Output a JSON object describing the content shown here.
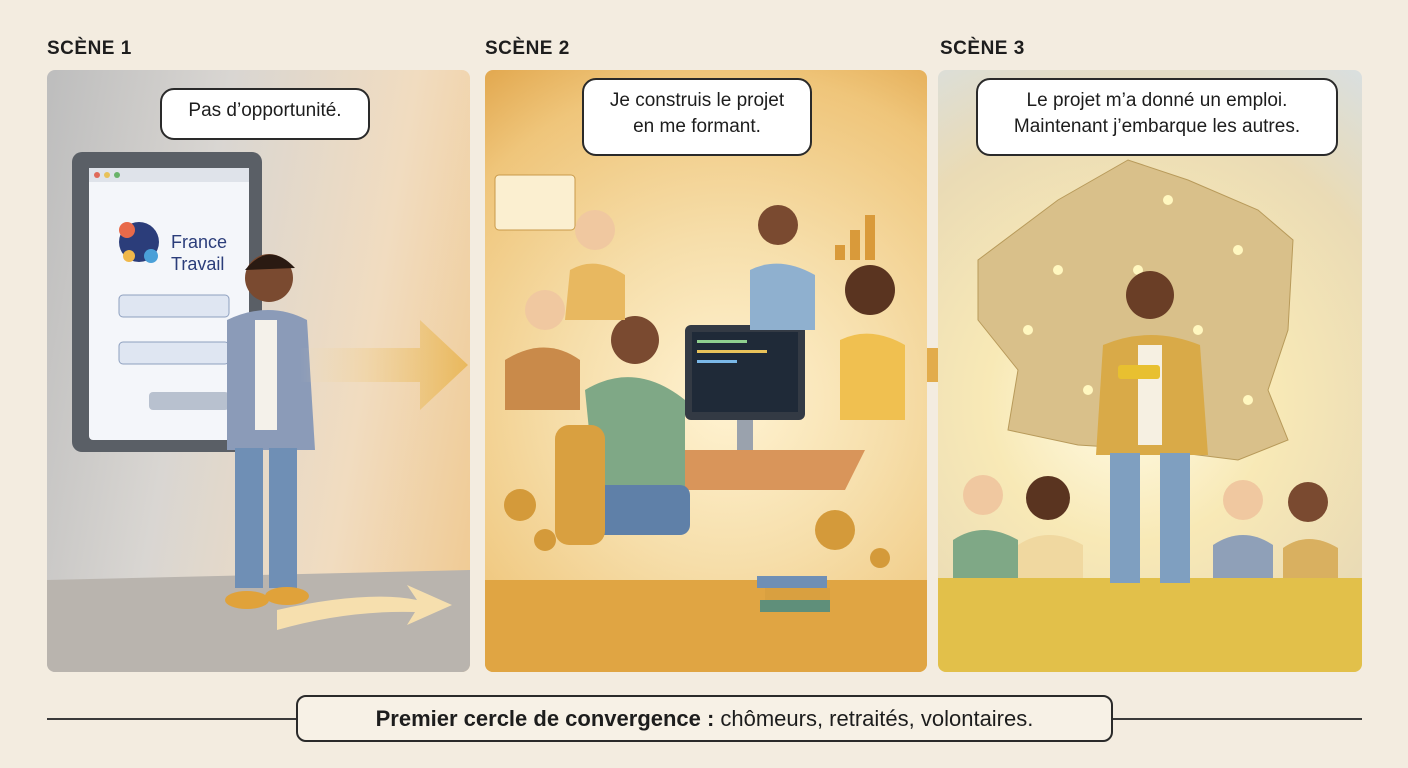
{
  "scenes": [
    {
      "label": "SCÈNE 1",
      "bubble": [
        "Pas d’opportunité."
      ],
      "logo": [
        "France",
        "Travail"
      ]
    },
    {
      "label": "SCÈNE 2",
      "bubble": [
        "Je construis le projet",
        "en me formant."
      ]
    },
    {
      "label": "SCÈNE 3",
      "bubble": [
        "Le projet m’a donné un emploi.",
        "Maintenant j’embarque les autres."
      ]
    }
  ],
  "caption": {
    "bold": "Premier cercle de convergence :",
    "rest": "chômeurs, retraités, volontaires."
  },
  "colors": {
    "background": "#f3ece0",
    "gold": "#e2a84f",
    "ink": "#2a2a2a"
  }
}
